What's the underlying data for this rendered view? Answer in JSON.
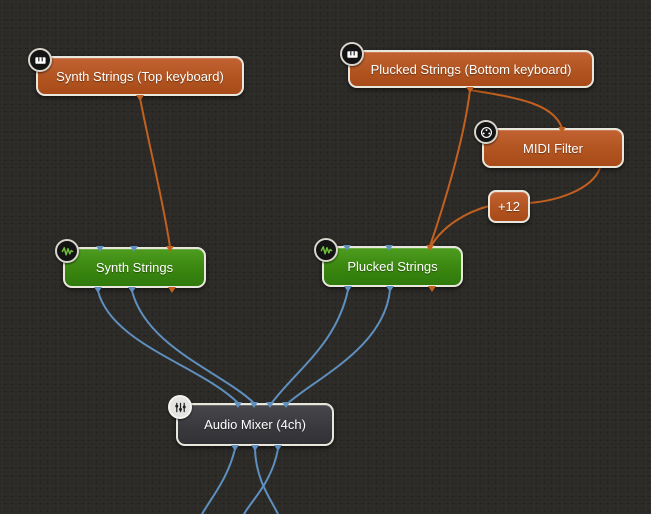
{
  "app": {
    "kind": "audio-midi-node-graph",
    "background_color": "#2b2a27"
  },
  "palette": {
    "midi_wire": "#c2601f",
    "audio_wire": "#5e8fbe",
    "node_orange": "#b15420",
    "node_green": "#3a860f",
    "node_gray": "#39393d",
    "node_border": "#e9e6dc",
    "label_color": "#ffffff"
  },
  "nodes": [
    {
      "label": "Synth Strings (Top keyboard)",
      "type": "midi-source",
      "icon": "keyboard-icon",
      "color": "orange"
    },
    {
      "label": "Plucked Strings (Bottom keyboard)",
      "type": "midi-source",
      "icon": "keyboard-icon",
      "color": "orange"
    },
    {
      "label": "MIDI Filter",
      "type": "midi-effect",
      "icon": "midi-plug-icon",
      "color": "orange"
    },
    {
      "label": "+12",
      "type": "transpose-chip",
      "icon": null,
      "color": "orange"
    },
    {
      "label": "Synth Strings",
      "type": "instrument",
      "icon": "waveform-icon",
      "color": "green"
    },
    {
      "label": "Plucked Strings",
      "type": "instrument",
      "icon": "waveform-icon",
      "color": "green"
    },
    {
      "label": "Audio Mixer (4ch)",
      "type": "mixer",
      "icon": "mixer-icon",
      "color": "gray"
    }
  ],
  "connections": [
    {
      "from": "Synth Strings (Top keyboard)",
      "to": "Synth Strings",
      "kind": "midi"
    },
    {
      "from": "Plucked Strings (Bottom keyboard)",
      "to": "Plucked Strings",
      "kind": "midi"
    },
    {
      "from": "Plucked Strings (Bottom keyboard)",
      "to": "MIDI Filter",
      "kind": "midi"
    },
    {
      "from": "MIDI Filter",
      "to": "+12",
      "kind": "midi"
    },
    {
      "from": "+12",
      "to": "Plucked Strings",
      "kind": "midi"
    },
    {
      "from": "Synth Strings",
      "to": "Audio Mixer (4ch)",
      "kind": "audio"
    },
    {
      "from": "Plucked Strings",
      "to": "Audio Mixer (4ch)",
      "kind": "audio"
    },
    {
      "from": "Audio Mixer (4ch)",
      "to": "offscreen-bottom",
      "kind": "audio"
    }
  ]
}
